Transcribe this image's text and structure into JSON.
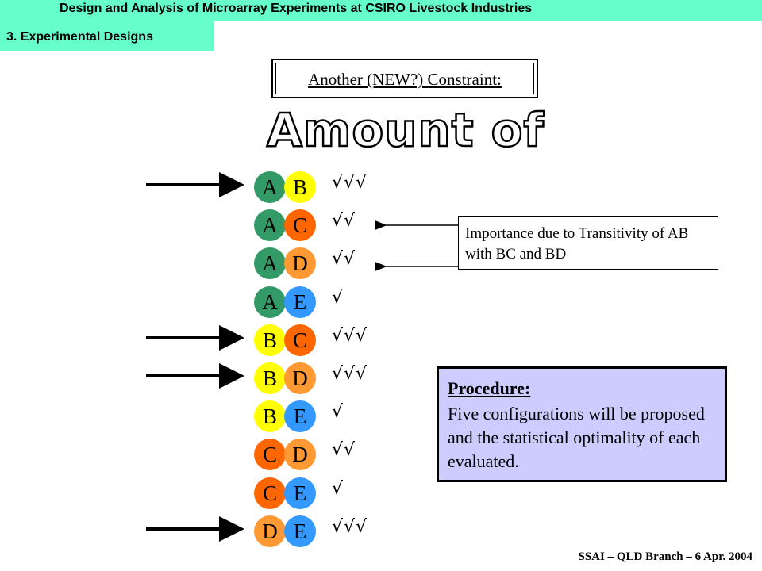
{
  "header": {
    "banner_title": "Design and Analysis of Microarray Experiments at CSIRO Livestock Industries",
    "section_label": "3. Experimental Designs"
  },
  "slide": {
    "subtitle": "Another (NEW?) Constraint:",
    "title": "Amount of RNA"
  },
  "colors": {
    "banner": "#66ffcc",
    "A": "#339966",
    "B": "#ffff00",
    "C": "#ff6600",
    "D": "#ff9933",
    "E": "#3399ff",
    "procedure_bg": "#ccccff"
  },
  "pairs": [
    {
      "left": "A",
      "right": "B",
      "checks": "√√√",
      "highlighted": true
    },
    {
      "left": "A",
      "right": "C",
      "checks": "√√",
      "highlighted": false
    },
    {
      "left": "A",
      "right": "D",
      "checks": "√√",
      "highlighted": false
    },
    {
      "left": "A",
      "right": "E",
      "checks": "√",
      "highlighted": false
    },
    {
      "left": "B",
      "right": "C",
      "checks": "√√√",
      "highlighted": true
    },
    {
      "left": "B",
      "right": "D",
      "checks": "√√√",
      "highlighted": true
    },
    {
      "left": "B",
      "right": "E",
      "checks": "√",
      "highlighted": false
    },
    {
      "left": "C",
      "right": "D",
      "checks": "√√",
      "highlighted": false
    },
    {
      "left": "C",
      "right": "E",
      "checks": "√",
      "highlighted": false
    },
    {
      "left": "D",
      "right": "E",
      "checks": "√√√",
      "highlighted": true
    }
  ],
  "note": {
    "text": "Importance due to Transitivity of AB with BC and BD"
  },
  "procedure": {
    "title": "Procedure:",
    "body": "Five configurations will be proposed and the statistical optimality of each evaluated."
  },
  "footer": {
    "text": "SSAI – QLD Branch – 6 Apr. 2004"
  }
}
